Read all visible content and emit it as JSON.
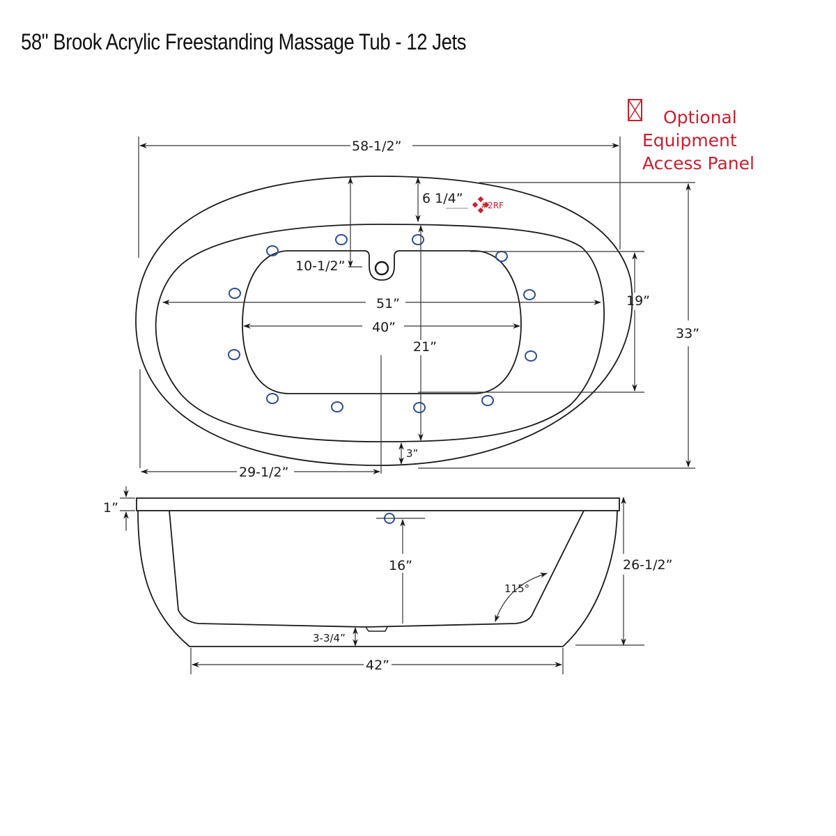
{
  "title": "58\" Brook Acrylic Freestanding Massage Tub - 12 Jets",
  "legend": {
    "icon": "x-box-icon",
    "color": "#c8202f",
    "lines": [
      "Optional",
      "Equipment",
      "Access Panel"
    ]
  },
  "top_view": {
    "dimensions": {
      "overall_length": "58-1/2”",
      "rim_width": "6 1/4”",
      "drain_offset": "10-1/2”",
      "interior_length": "51”",
      "floor_length": "40”",
      "interior_width": "21”",
      "floor_width": "19”",
      "overall_width": "33”",
      "bottom_rim": "3”",
      "center_offset": "29-1/2”"
    },
    "marker": {
      "label": "#2RF",
      "color": "#c8202f",
      "icon": "diamond-cluster-icon"
    },
    "jet_count": 12,
    "jet_color": "#2a4e96"
  },
  "side_view": {
    "dimensions": {
      "rim_thickness": "1”",
      "jet_height": "16”",
      "backrest_angle": "115°",
      "overall_height": "26-1/2”",
      "floor_thickness": "3-3/4”",
      "base_length": "42”"
    }
  }
}
